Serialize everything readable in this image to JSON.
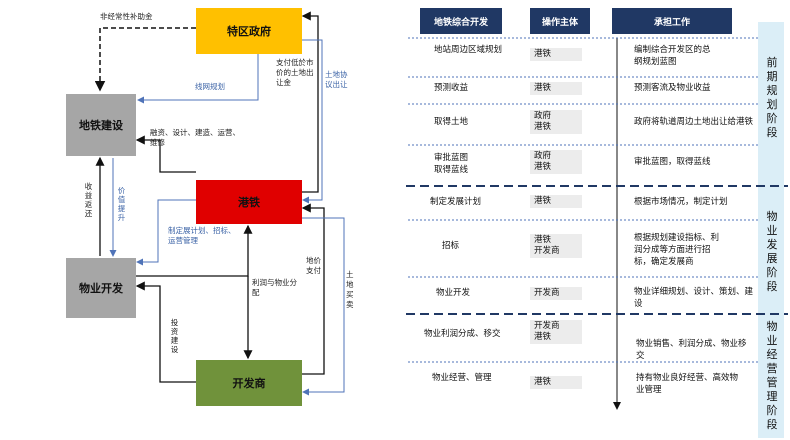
{
  "diagram": {
    "nodes": {
      "government": "特区政府",
      "metro_build": "地铁建设",
      "gangtie": "港铁",
      "property": "物业开发",
      "developer": "开发商"
    },
    "labels": {
      "subsidy": "非经常性补助金",
      "network_plan": "线网规划",
      "pay_land_premium": "支付低於市价的土地出让金",
      "land_agreement": "土地协议出让",
      "financing": "融资、设计、建造、运营、维修",
      "revenue_return": "收益返还",
      "value_increase": "价值提升",
      "plan_tender": "制定展计划、招标、运营管理",
      "land_payment": "地价支付",
      "land_sale": "土地买卖",
      "profit_share": "利润与物业分配",
      "invest_build": "投资建设"
    }
  },
  "table": {
    "headers": [
      "地铁综合开发",
      "操作主体",
      "承担工作"
    ],
    "rows": [
      {
        "task": "地站周边区域规划",
        "actor": "港铁",
        "work": "编制综合开发区的总纲规划蓝图"
      },
      {
        "task": "预测收益",
        "actor": "港铁",
        "work": "预测客流及物业收益"
      },
      {
        "task": "取得土地",
        "actor": "政府\n港铁",
        "work": "政府将轨道周边土地出让给港铁"
      },
      {
        "task": "审批蓝图\n取得蓝线",
        "actor": "政府\n港铁",
        "work": "审批蓝图，取得蓝线"
      },
      {
        "task": "制定发展计划",
        "actor": "港铁",
        "work": "根据市场情况，制定计划"
      },
      {
        "task": "招标",
        "actor": "港铁\n开发商",
        "work": "根据规划建设指标、利润分成等方面进行招标，确定发展商"
      },
      {
        "task": "物业开发",
        "actor": "开发商",
        "work": "物业详细规划、设计、策划、建设"
      },
      {
        "task": "物业利润分成、移交",
        "actor": "开发商\n港铁",
        "work": "物业销售、利润分成、物业移交"
      },
      {
        "task": "物业经营、管理",
        "actor": "港铁",
        "work": "持有物业良好经营、高效物业管理"
      }
    ],
    "phases": [
      "前期规划阶段",
      "物业发展阶段",
      "物业经营管理阶段"
    ]
  },
  "colors": {
    "government": "#ffc000",
    "gangtie": "#e00000",
    "grey_box": "#a6a6a6",
    "developer": "#70923b",
    "header": "#203864",
    "phase_bar": "#dbeef7"
  }
}
